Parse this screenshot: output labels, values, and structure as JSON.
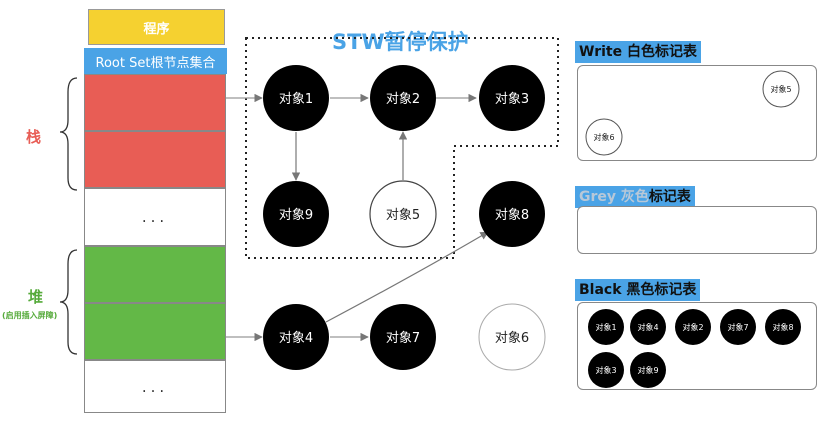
{
  "program_label": "程序",
  "rootset_label": "Root Set根节点集合",
  "stack_label": "栈",
  "heap_label": "堆",
  "heap_sublabel": "(启用插入屏障)",
  "ellipsis": "...",
  "stw_title": "STW暂停保护",
  "nodes": {
    "obj1": "对象1",
    "obj2": "对象2",
    "obj3": "对象3",
    "obj9": "对象9",
    "obj5": "对象5",
    "obj8": "对象8",
    "obj4": "对象4",
    "obj7": "对象7",
    "obj6": "对象6"
  },
  "panels": {
    "white": {
      "prefix": "Write ",
      "suffix": "白色标记表",
      "items": [
        "对象5",
        "对象6"
      ]
    },
    "grey": {
      "prefix": "Grey ",
      "mid": "灰色",
      "suffix": "标记表",
      "items": []
    },
    "black": {
      "prefix": "Black ",
      "suffix": "黑色标记表",
      "items": [
        "对象1",
        "对象4",
        "对象2",
        "对象7",
        "对象8",
        "对象3",
        "对象9"
      ]
    }
  },
  "colors": {
    "accent_blue": "#4aa3e6",
    "stack_red": "#e85d55",
    "heap_green": "#63b847",
    "program_yellow": "#f5d130"
  }
}
